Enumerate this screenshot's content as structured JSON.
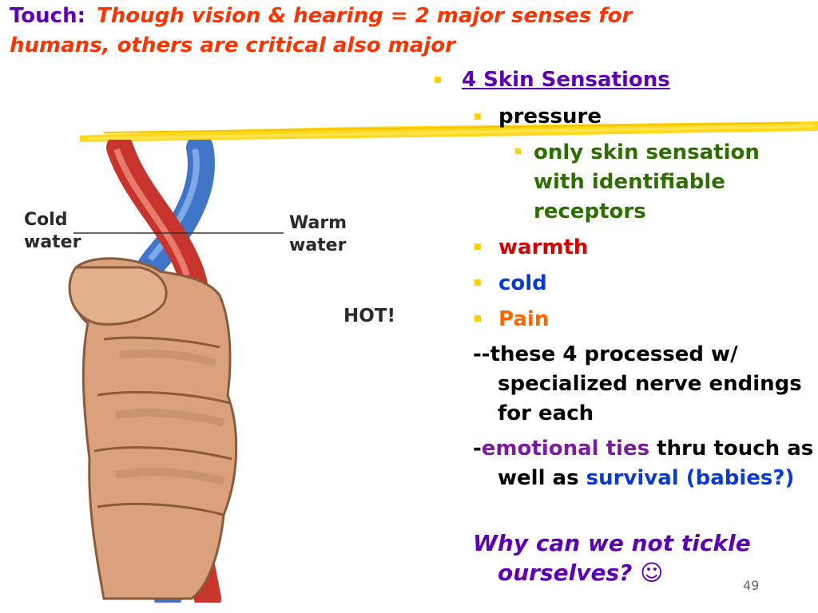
{
  "title": {
    "label": "Touch:",
    "text": "Though vision & hearing = 2 major senses for humans, others are critical also major"
  },
  "illustration": {
    "label_cold": [
      "Cold",
      "water"
    ],
    "label_warm": [
      "Warm",
      "water"
    ],
    "label_hot": "HOT!"
  },
  "bullets": {
    "skin_sensations": "4 Skin Sensations",
    "pressure": "pressure",
    "pressure_detail": "only skin sensation with identifiable receptors",
    "warmth": "warmth",
    "cold": "cold",
    "pain": "Pain"
  },
  "paragraphs": {
    "processed": "--these 4 processed w/ specialized nerve endings for each",
    "emotional_prefix": "-",
    "emotional_ties": "emotional ties",
    "emotional_mid": " thru touch as well as ",
    "survival": "survival (babies?)",
    "question": "Why can we not tickle ourselves?  ☺"
  },
  "page_number": "49",
  "colors": {
    "title_label": "#5b00b5",
    "title_text": "#ff3300",
    "bullet": "#ffd200",
    "brush": "#ffd400"
  }
}
